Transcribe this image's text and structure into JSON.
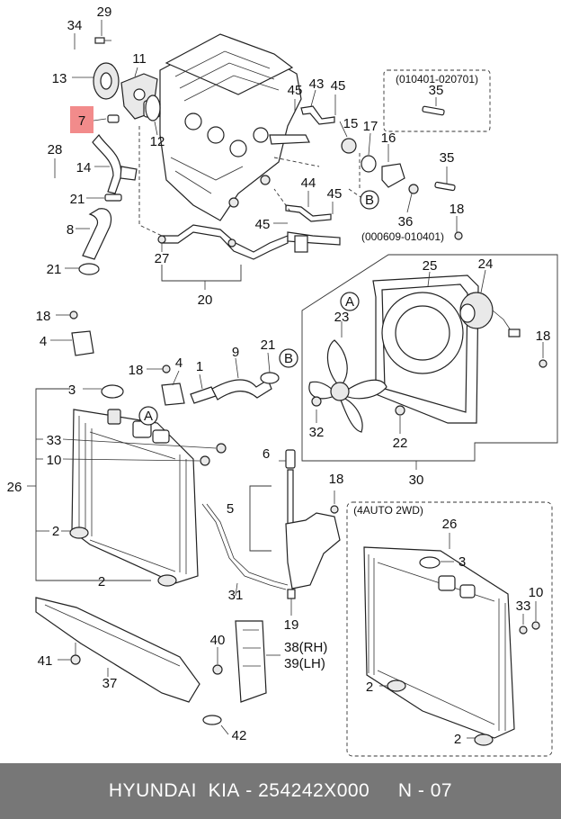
{
  "callouts": {
    "c29": "29",
    "c34": "34",
    "c13": "13",
    "c11": "11",
    "c7": "7",
    "c12": "12",
    "c28": "28",
    "c14": "14",
    "c21a": "21",
    "c8": "8",
    "c21b": "21",
    "c27": "27",
    "c20": "20",
    "c45a": "45",
    "c43": "43",
    "c45b": "45",
    "c15": "15",
    "c17": "17",
    "c16": "16",
    "c35a": "35",
    "c35b": "35",
    "c44": "44",
    "c45c": "45",
    "c45d": "45",
    "c36": "36",
    "c18a": "18",
    "c25": "25",
    "c24": "24",
    "c23": "23",
    "c18b": "18",
    "c32": "32",
    "c22": "22",
    "c30": "30",
    "c18c": "18",
    "c4a": "4",
    "c18d": "18",
    "c4b": "4",
    "c1": "1",
    "c9": "9",
    "c21c": "21",
    "c3a": "3",
    "c33a": "33",
    "c10a": "10",
    "c26a": "26",
    "c2a": "2",
    "c2b": "2",
    "c6": "6",
    "c5": "5",
    "c18e": "18",
    "c31": "31",
    "c19": "19",
    "c26b": "26",
    "c3b": "3",
    "c33b": "33",
    "c10b": "10",
    "c2c": "2",
    "c2d": "2",
    "c41": "41",
    "c37": "37",
    "c40": "40",
    "c38": "38(RH)",
    "c39": "39(LH)",
    "c42": "42"
  },
  "refs": {
    "a1": "A",
    "a2": "A",
    "b1": "B",
    "b2": "B"
  },
  "notes": {
    "date_range_1": "(010401-020701)",
    "date_range_2": "(000609-010401)",
    "variant": "(4AUTO 2WD)"
  },
  "highlight": {
    "label": "7",
    "color": "#f28b8b"
  },
  "footer": {
    "brand": "HYUNDAI",
    "make": "KIA",
    "part_number": "254242X000",
    "page": "N - 07",
    "background": "#777777"
  }
}
